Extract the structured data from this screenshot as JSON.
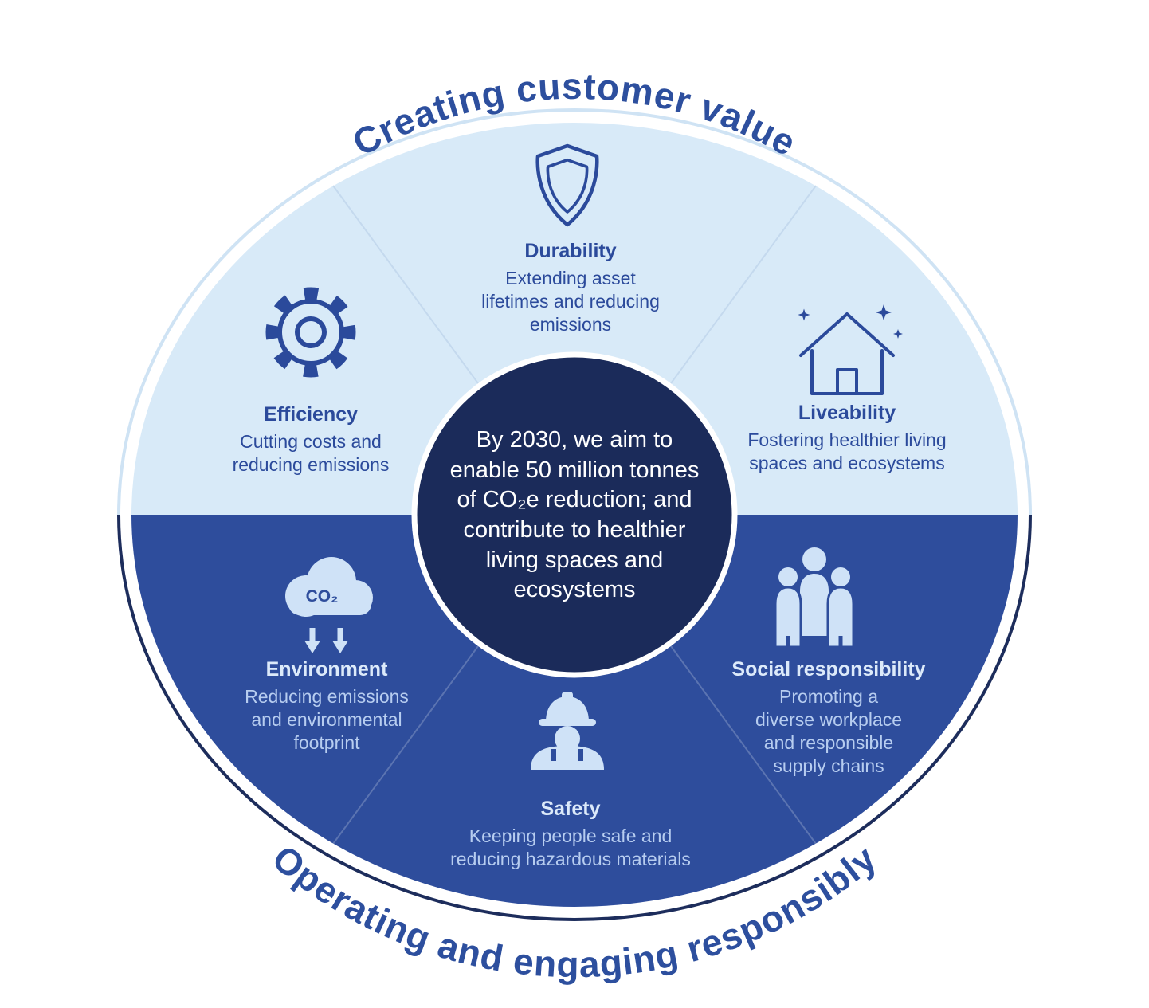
{
  "title_arc_top": "Creating customer value",
  "title_arc_bottom": "Operating and engaging responsibly",
  "center": {
    "text": "By 2030, we aim to\nenable 50 million tonnes\nof CO₂e reduction; and\ncontribute to healthier\nliving spaces and\necosystems"
  },
  "segments": {
    "efficiency": {
      "title": "Efficiency",
      "desc": "Cutting costs and\nreducing emissions"
    },
    "durability": {
      "title": "Durability",
      "desc": "Extending asset\nlifetimes and reducing\nemissions"
    },
    "liveability": {
      "title": "Liveability",
      "desc": "Fostering healthier living\nspaces and ecosystems"
    },
    "environment": {
      "title": "Environment",
      "desc": "Reducing emissions\nand environmental\nfootprint"
    },
    "safety": {
      "title": "Safety",
      "desc": "Keeping people safe and\nreducing hazardous materials"
    },
    "social": {
      "title": "Social responsibility",
      "desc": "Promoting a\ndiverse workplace\nand responsible\nsupply chains"
    }
  },
  "icons": {
    "co2_label": "CO₂"
  },
  "colors": {
    "light_half": "#d8eaf8",
    "dark_half": "#2e4d9c",
    "center_navy": "#1b2b5a",
    "icon_outline": "#2b4a9b",
    "icon_light_fill": "#cfe2f7",
    "arc_text": "#2d4f9e",
    "ring_light": "#cfe3f4",
    "ring_dark": "#1d2d5c"
  }
}
